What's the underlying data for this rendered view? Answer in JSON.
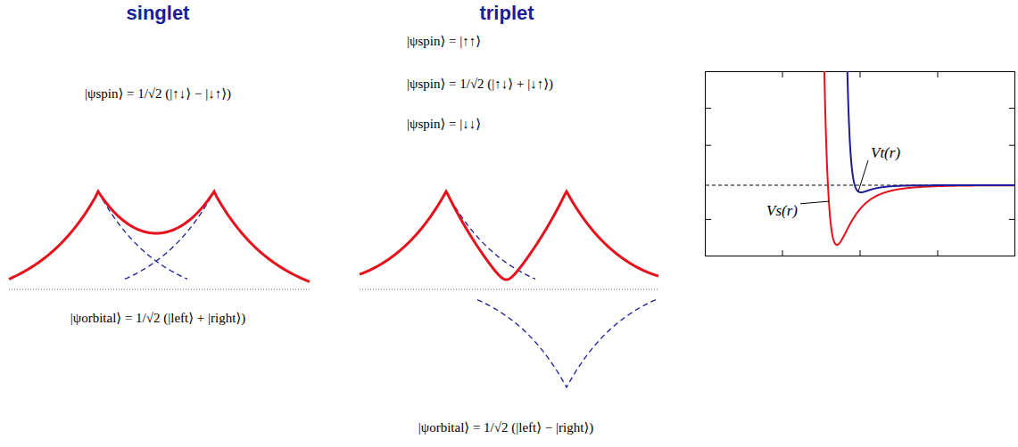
{
  "diagram": {
    "labels": [
      "singlet",
      "triplet",
      "|ψspin⟩ = 1/√2 (|↑↓⟩ − |↓↑⟩)",
      "|ψspin⟩ = |↑↑⟩",
      "|ψspin⟩ = 1/√2 (|↑↓⟩ + |↓↑⟩)",
      "|ψspin⟩ = |↓↓⟩",
      "|ψorbital⟩ = 1/√2 (|left⟩ + |right⟩)",
      "|ψorbital⟩ = 1/√2 (|left⟩ − |right⟩)",
      "Vt(r)",
      "Vs(r)"
    ]
  }
}
